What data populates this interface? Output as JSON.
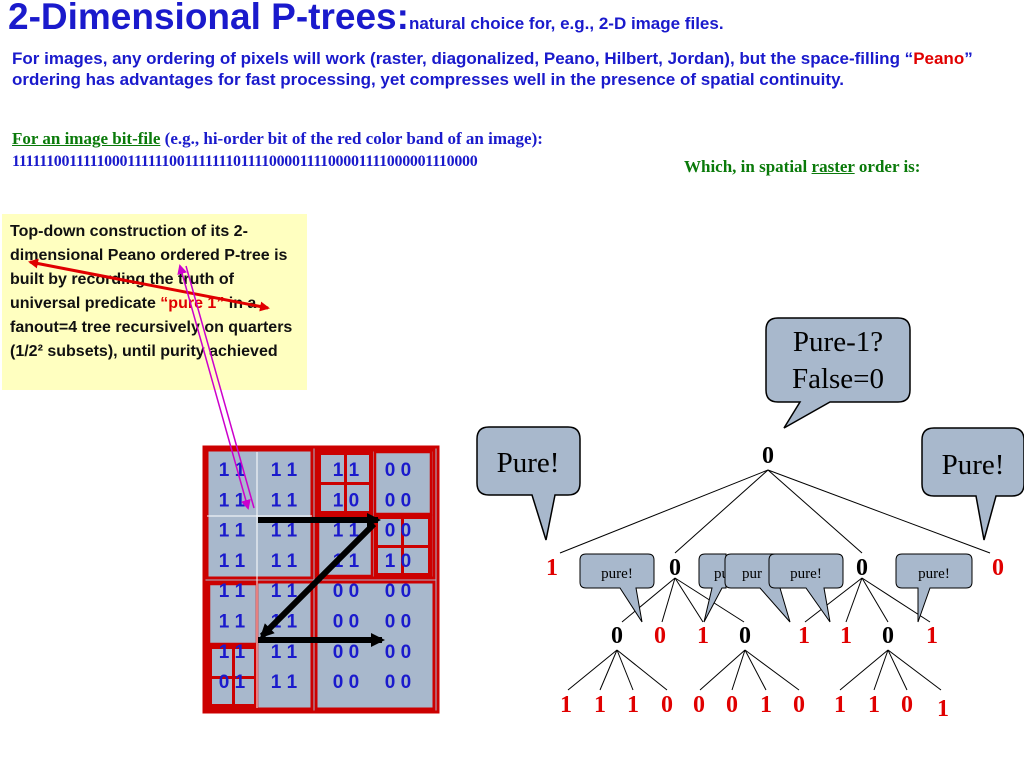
{
  "title": {
    "main": "2-Dimensional P-trees:",
    "sub": "natural choice for, e.g., 2-D image files."
  },
  "intro": {
    "before": "For images, any ordering of pixels will work (raster, diagonalized, Peano, Hilbert, Jordan), but the space-filling “",
    "peano": "Peano",
    "after": "” ordering has advantages for fast processing, yet compresses well in the presence of spatial continuity."
  },
  "bitfile": {
    "lead": "For an image bit-file",
    "rest": " (e.g., hi-order bit of the red color band of an image):"
  },
  "bitstring": "1111110011111000111111001111111011110000111100001111000001110000",
  "raster_note": {
    "before": "Which, in spatial ",
    "link": "raster",
    "after": " order is:"
  },
  "construction": {
    "before": "Top-down construction of its 2-dimensional Peano ordered P-tree is built by recording the truth of universal predicate ",
    "pure1": "“pure 1”",
    "after": " in a fanout=4 tree recursively on quarters (1/2² subsets), until purity achieved"
  },
  "grid": {
    "rows": [
      [
        "1 1",
        "1 1",
        "1 1",
        "0 0"
      ],
      [
        "1 1",
        "1 1",
        "1 0",
        "0 0"
      ],
      [
        "1 1",
        "1 1",
        "1 1",
        "0 0"
      ],
      [
        "1 1",
        "1 1",
        "1 1",
        "1 0"
      ],
      [
        "1 1",
        "1 1",
        "0 0",
        "0 0"
      ],
      [
        "1 1",
        "1 1",
        "0 0",
        "0 0"
      ],
      [
        "1 1",
        "1 1",
        "0 0",
        "0 0"
      ],
      [
        "0 1",
        "1 1",
        "0 0",
        "0 0"
      ]
    ]
  },
  "callouts": {
    "question": [
      "Pure-1?",
      "False=0"
    ],
    "pure_big": "Pure!",
    "pure_small": "pure!",
    "pure_small_clipped": "pur"
  },
  "tree": {
    "root": "0",
    "level1": [
      "1",
      "0",
      "0",
      "0"
    ],
    "level2": [
      "0",
      "0",
      "1",
      "0",
      "1",
      "1",
      "0",
      "1"
    ],
    "level3": [
      "1",
      "1",
      "1",
      "0",
      "0",
      "0",
      "1",
      "0",
      "1",
      "1",
      "0",
      "1"
    ]
  },
  "colors": {
    "blue": "#1a1acc",
    "red": "#e00000",
    "green": "#0a7a0a",
    "cell": "#a8b8cc",
    "border": "#cc0000",
    "callout": "#a8b8cc",
    "note_bg": "#ffffc0"
  }
}
